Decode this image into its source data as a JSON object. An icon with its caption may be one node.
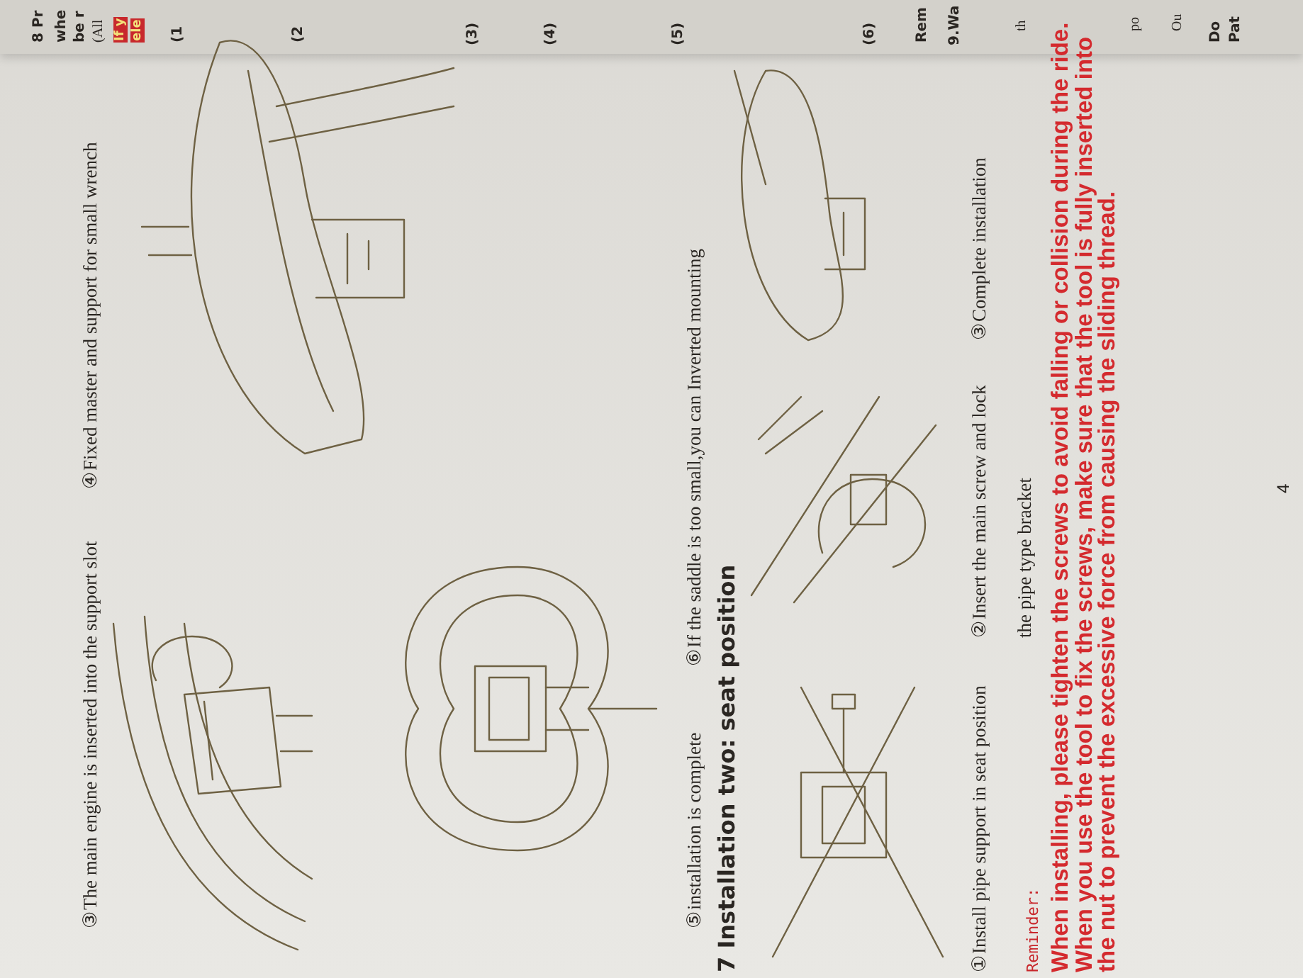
{
  "diagram": {
    "labels": [
      "③The main engine is inserted into the support slot",
      "④Fixed master and support for small wrench",
      "⑤installation is complete",
      "⑥If the saddle is too small,you can Inverted mounting",
      "7 Installation two: seat position",
      "①Install pipe support in seat position",
      "②Insert the main screw and lock the pipe type bracket",
      "③Complete installation",
      "Reminder:",
      "When installing, please tighten the screws to avoid falling or collision during the ride. When you use the tool to fix the screws, make sure that the tool is fully inserted into the nut to prevent the excessive force from causing the sliding thread.",
      "4",
      "8 Pr",
      "whe",
      "be r",
      "(All",
      "If y",
      "ele",
      "(1",
      "(2",
      "(3)",
      "(4)",
      "(5)",
      "(6)",
      "Rem",
      "9.Wa",
      "th",
      "po",
      "Ou",
      "Do",
      "Pat"
    ]
  }
}
